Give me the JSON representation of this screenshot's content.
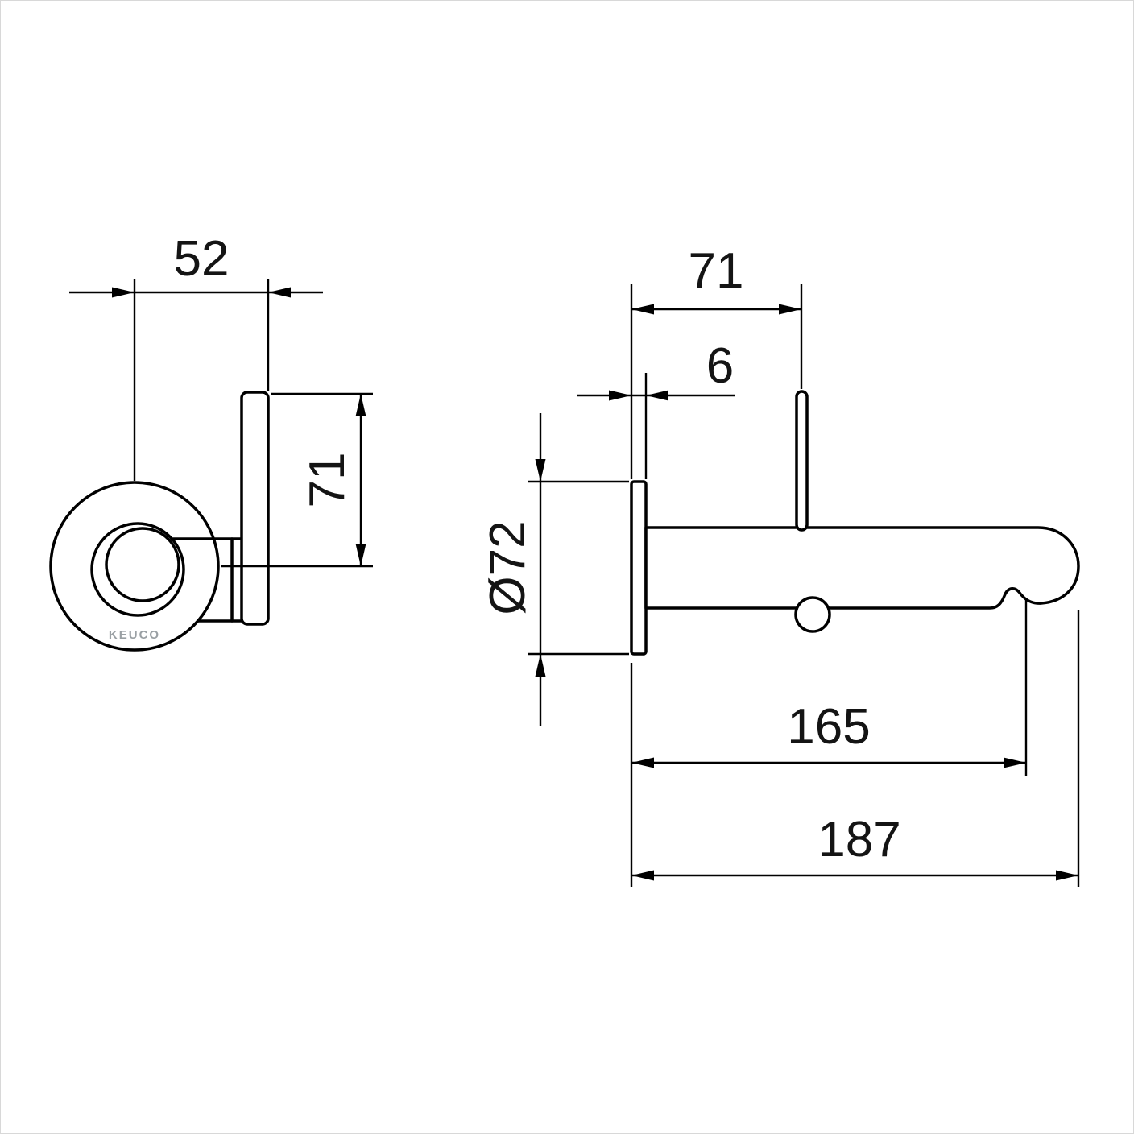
{
  "drawing": {
    "brand": "KEUCO",
    "front_view": {
      "dim_width": "52",
      "dim_height": "71"
    },
    "side_view": {
      "dim_handle_offset": "71",
      "dim_plate_thickness": "6",
      "dim_plate_diameter": "Ø72",
      "dim_spout_reach": "165",
      "dim_overall_length": "187"
    }
  }
}
